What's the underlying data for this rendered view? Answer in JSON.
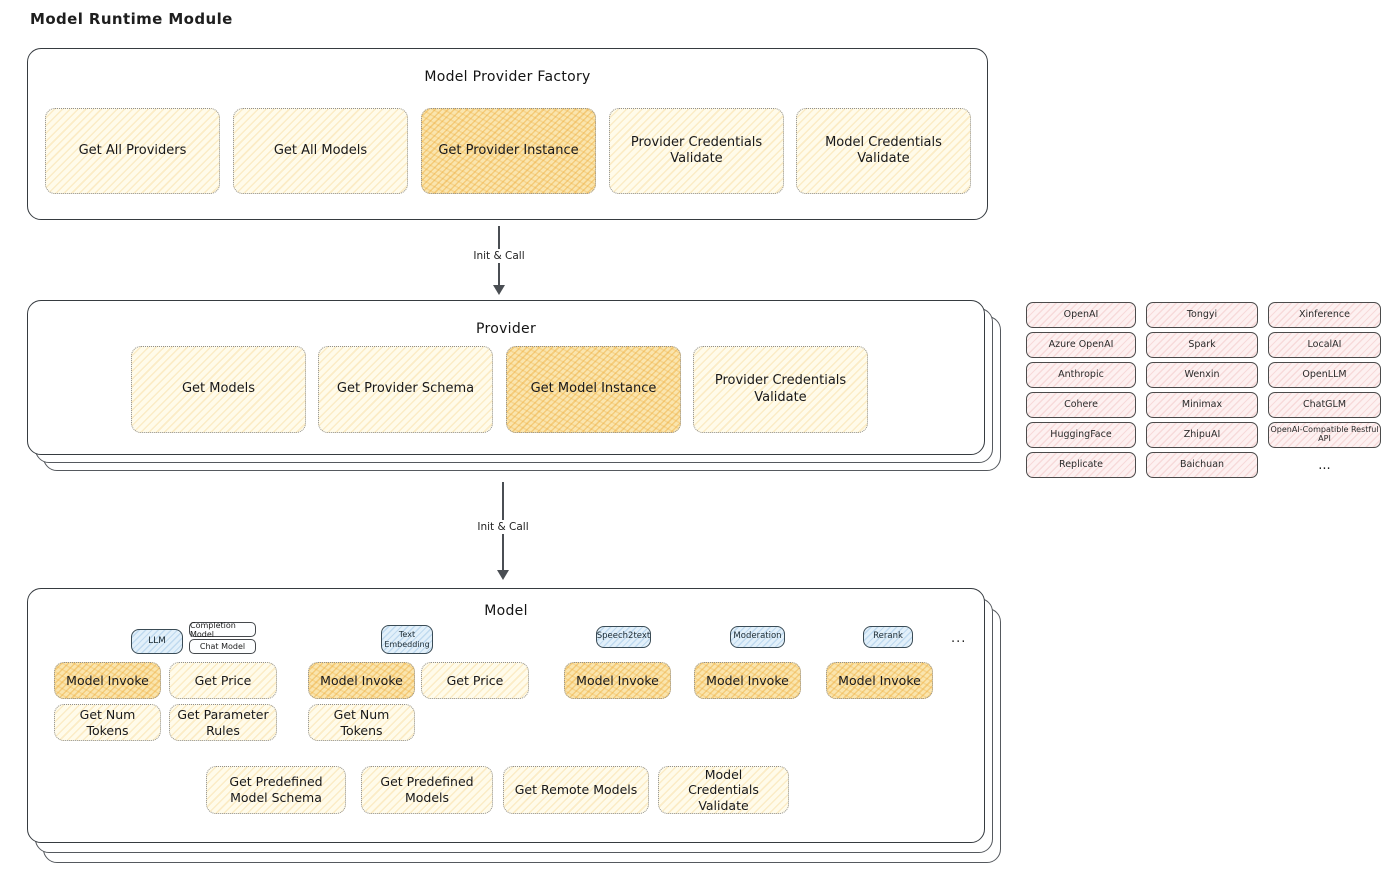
{
  "page": {
    "title": "Model Runtime Module"
  },
  "arrows": {
    "factory_to_provider": "Init & Call",
    "provider_to_model": "Init & Call"
  },
  "factory": {
    "title": "Model Provider Factory",
    "buttons": [
      {
        "label": "Get All Providers",
        "highlighted": false
      },
      {
        "label": "Get All Models",
        "highlighted": false
      },
      {
        "label": "Get Provider Instance",
        "highlighted": true
      },
      {
        "label": "Provider Credentials Validate",
        "highlighted": false
      },
      {
        "label": "Model Credentials Validate",
        "highlighted": false
      }
    ]
  },
  "provider": {
    "title": "Provider",
    "buttons": [
      {
        "label": "Get Models",
        "highlighted": false
      },
      {
        "label": "Get Provider Schema",
        "highlighted": false
      },
      {
        "label": "Get Model Instance",
        "highlighted": true
      },
      {
        "label": "Provider Credentials Validate",
        "highlighted": false
      }
    ]
  },
  "providers_list": {
    "items": [
      "OpenAI",
      "Tongyi",
      "Xinference",
      "Azure OpenAI",
      "Spark",
      "LocalAI",
      "Anthropic",
      "Wenxin",
      "OpenLLM",
      "Cohere",
      "Minimax",
      "ChatGLM",
      "HuggingFace",
      "ZhipuAI",
      "OpenAI-Compatible Restful API",
      "Replicate",
      "Baichuan"
    ],
    "more": "..."
  },
  "model": {
    "title": "Model",
    "tags": {
      "llm": "LLM",
      "completion": "Completion Model",
      "chat": "Chat Model",
      "text_embedding": "Text Embedding",
      "speech2text": "Speech2text",
      "moderation": "Moderation",
      "rerank": "Rerank",
      "more": "..."
    },
    "groups": {
      "llm": {
        "invoke": "Model Invoke",
        "get_price": "Get Price",
        "get_num_tokens": "Get Num Tokens",
        "get_parameter_rules": "Get Parameter Rules"
      },
      "text_embedding": {
        "invoke": "Model Invoke",
        "get_price": "Get Price",
        "get_num_tokens": "Get Num Tokens"
      },
      "speech2text": {
        "invoke": "Model Invoke"
      },
      "moderation": {
        "invoke": "Model Invoke"
      },
      "rerank": {
        "invoke": "Model Invoke"
      }
    },
    "common_buttons": [
      "Get Predefined Model Schema",
      "Get Predefined Models",
      "Get Remote Models",
      "Model Credentials Validate"
    ]
  },
  "colors": {
    "button_cream": "#FFFBEA",
    "button_highlight": "#FAE5AE",
    "hatch_orange": "#EEAC3A",
    "provider_chip_pink": "#FDF1F1",
    "tag_blue": "#E2F0FA",
    "box_border": "#363B40",
    "text": "#1E1E1E"
  }
}
